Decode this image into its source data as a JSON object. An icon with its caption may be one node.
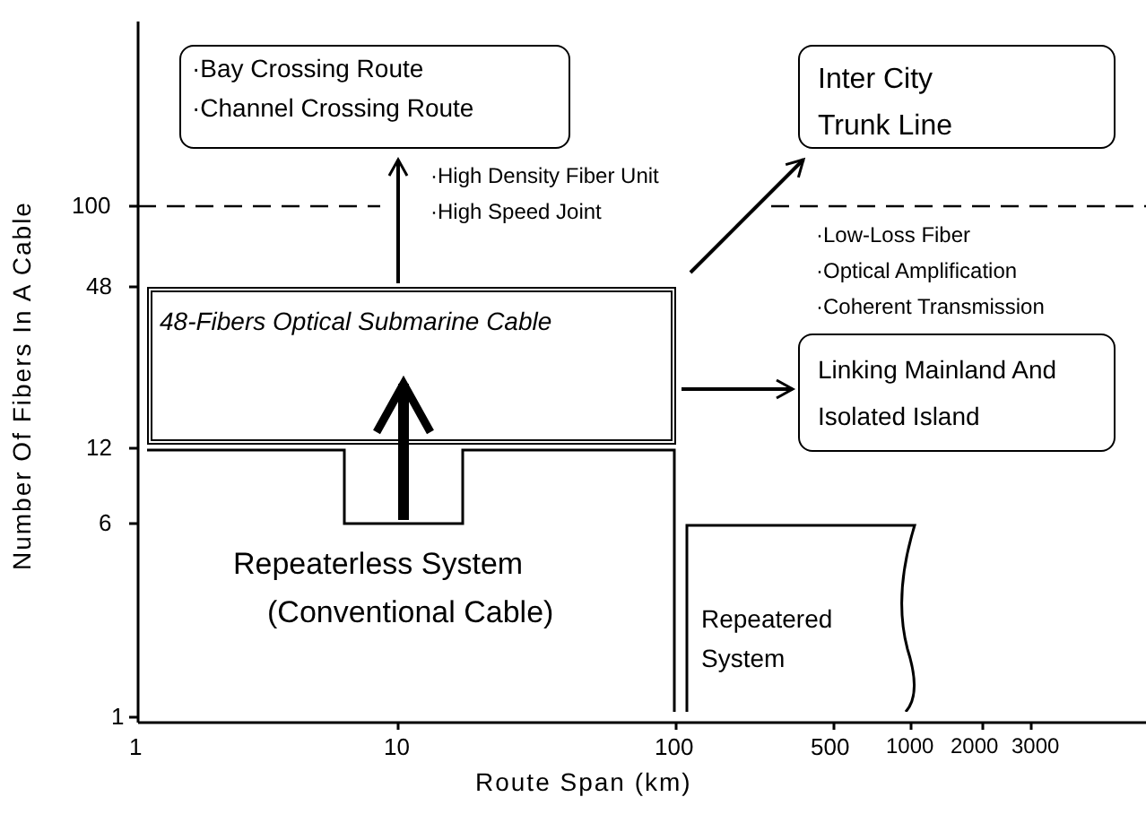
{
  "diagram": {
    "nodes": [
      {
        "text": [
          "·Bay Crossing Route",
          "·Channel Crossing Route"
        ]
      },
      {
        "text": [
          "Inter City Trunk Line"
        ]
      },
      {
        "text": [
          "48-Fibers Optical Submarine Cable"
        ]
      },
      {
        "text": [
          "Linking Mainland And Isolated Island"
        ]
      },
      {
        "text": [
          "Repeaterless System",
          "(Conventional Cable)"
        ]
      },
      {
        "text": [
          "Repeatered System"
        ]
      }
    ],
    "edges": [
      {
        "from": 4,
        "to": 2,
        "arrow": "to",
        "style": "thick"
      },
      {
        "from": 2,
        "to": 0,
        "arrow": "to"
      },
      {
        "from": 2,
        "to": 1,
        "arrow": "to"
      },
      {
        "from": 2,
        "to": 3,
        "arrow": "to"
      }
    ],
    "labels": [
      "·High Density Fiber Unit",
      "·High Speed Joint",
      "·Low-Loss Fiber",
      "·Optical Amplification",
      "·Coherent Transmission",
      "Number Of Fibers In A Cable",
      "100",
      "48",
      "12",
      "6",
      "1",
      "1",
      "10",
      "100",
      "500",
      "1000",
      "2000",
      "3000",
      "Route Span (km)"
    ]
  }
}
